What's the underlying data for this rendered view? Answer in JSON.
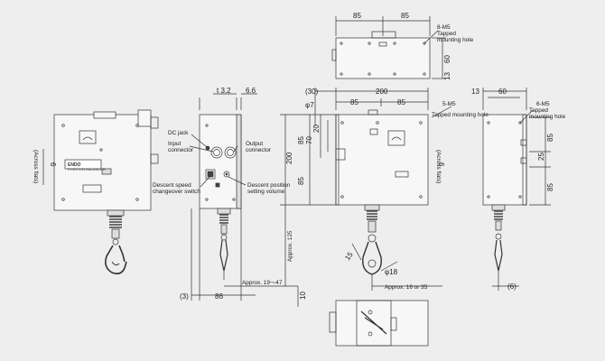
{
  "colors": {
    "background": "#eeeeee",
    "line": "#333333",
    "body": "#f7f7f7",
    "dark": "#444444"
  },
  "icons": [
    "hook-icon",
    "coil-spring-icon",
    "connector-icon",
    "switch-icon",
    "knob-icon",
    "logo-plate-icon"
  ],
  "labels": {
    "dc_jack": "DC jack",
    "input_connector_1": "Input",
    "input_connector_2": "connector",
    "output_connector_1": "Output",
    "output_connector_2": "connector",
    "descent_speed_1": "Descent speed",
    "descent_speed_2": "changeover switch",
    "descent_position_1": "Descent position",
    "descent_position_2": "setting volume",
    "tapped_top_1": "8-M5",
    "tapped_top_2": "Tapped",
    "tapped_top_3": "mounting hole",
    "tapped_front_1": "5-M5",
    "tapped_front_2": "Tapped mounting hole",
    "tapped_side_1": "6-M5",
    "tapped_side_2": "Tapped",
    "tapped_side_3": "mounting hole",
    "across_flats": "(Across flats)",
    "brand": "ENDO",
    "product": "POSITION BALANCER"
  },
  "dims": {
    "t32": "t 3.2",
    "d66": "6.6",
    "d3": "(3)",
    "d86": "86",
    "approx1947": "Approx. 19～47",
    "d6_left": "6",
    "d30": "(30)",
    "d200_top": "200",
    "phi7": "φ7",
    "d85_a": "85",
    "d85_b": "85",
    "d20": "20",
    "d70": "70",
    "d85_v1": "85",
    "d200_v": "200",
    "d85_v2": "85",
    "approx125": "Approx. 125",
    "d15": "15",
    "phi18": "φ18",
    "approx1635": "Approx. 16 or 35",
    "d10": "10",
    "d6_mid": "6",
    "top_85_a": "85",
    "top_85_b": "85",
    "top_60": "60",
    "top_13": "13",
    "side_13": "13",
    "side_60": "60",
    "side_85_a": "85",
    "side_25": "25",
    "side_85_b": "85",
    "side_6": "(6)"
  }
}
